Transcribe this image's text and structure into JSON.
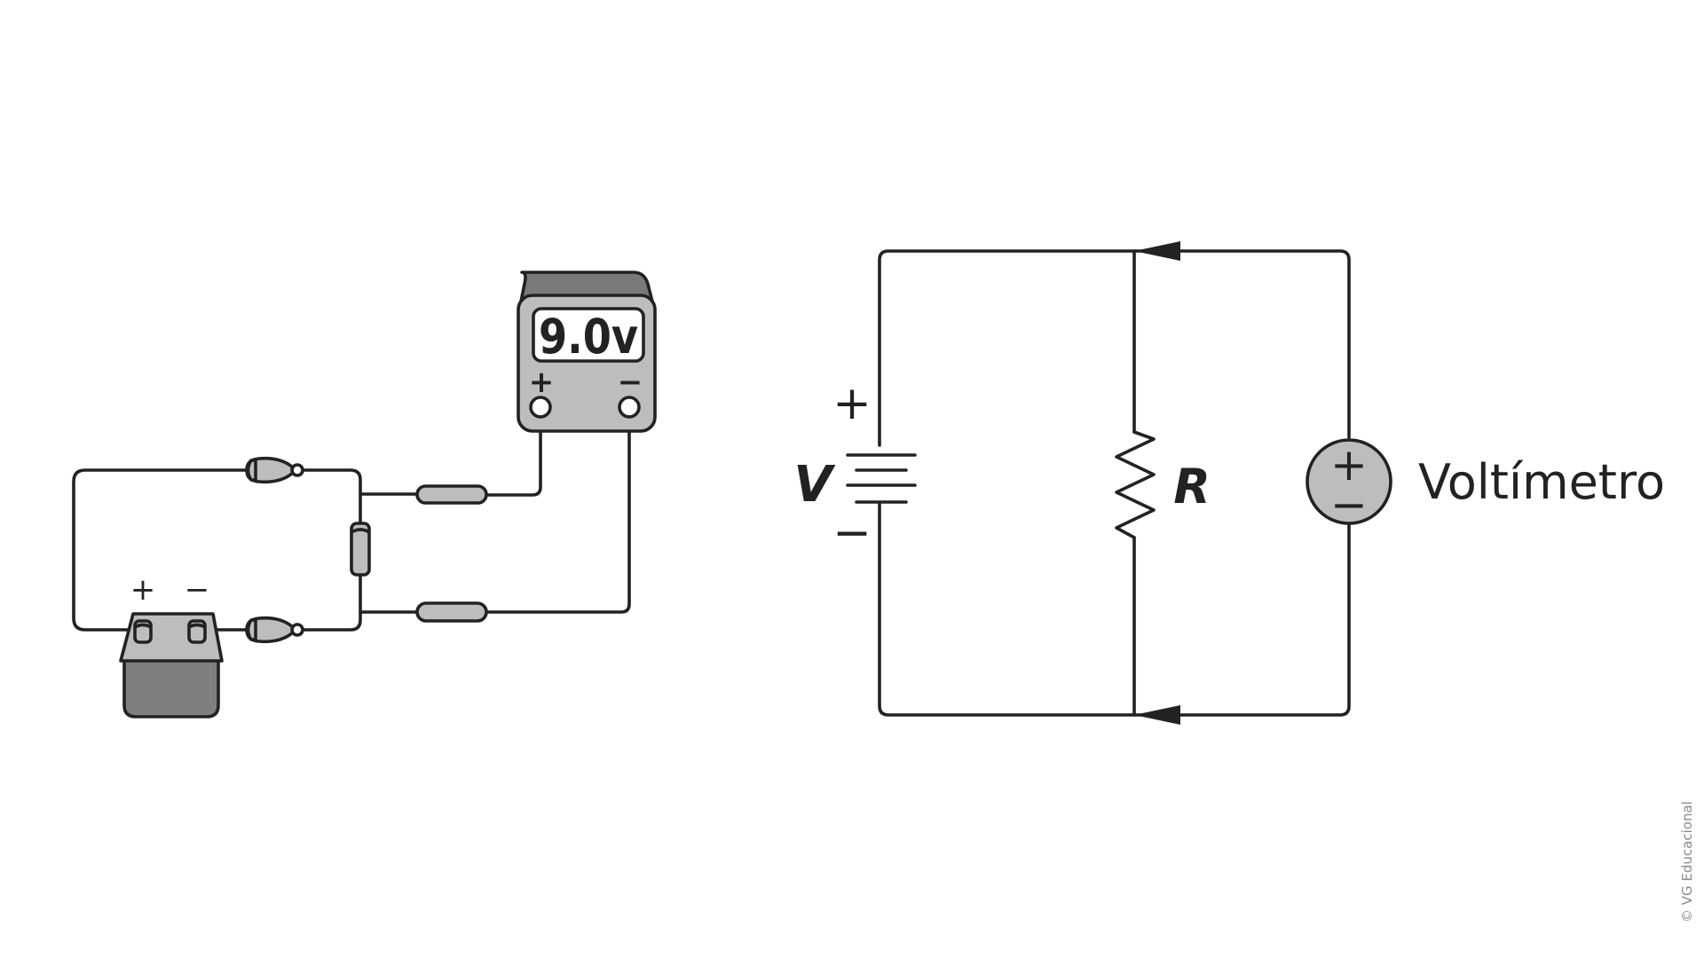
{
  "pictorial": {
    "meter_reading": "9.0v",
    "meter_plus": "+",
    "meter_minus": "−",
    "battery_plus": "+",
    "battery_minus": "−"
  },
  "schematic": {
    "source_label": "V",
    "source_plus": "+",
    "source_minus": "−",
    "resistor_label": "R",
    "meter_label": "Voltímetro",
    "meter_plus": "+",
    "meter_minus": "−"
  },
  "credit": "© VG Educacional",
  "colors": {
    "line": "#222222",
    "component_fill": "#bdbdbd",
    "component_dark": "#7f7f7f",
    "meter_top": "#7a7a7a",
    "credit_text": "#8a8a8a"
  }
}
